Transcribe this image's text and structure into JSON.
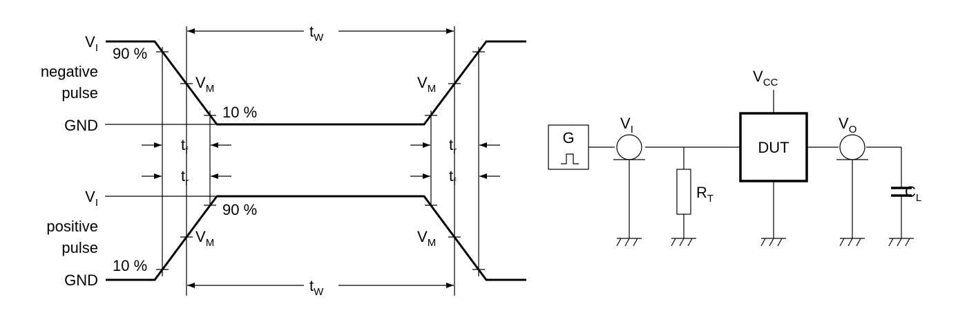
{
  "timing": {
    "vi_label": "V",
    "vi_sub": "I",
    "gnd_label": "GND",
    "negative_label_line1": "negative",
    "negative_label_line2": "pulse",
    "positive_label_line1": "positive",
    "positive_label_line2": "pulse",
    "pct90": "90 %",
    "pct10": "10 %",
    "vm_label": "V",
    "vm_sub": "M",
    "tw_label": "t",
    "tw_sub": "W",
    "tf_label": "t",
    "tf_sub": "f",
    "tr_label": "t",
    "tr_sub": "r"
  },
  "circuit": {
    "generator_label": "G",
    "vi_label": "V",
    "vi_sub": "I",
    "vcc_label": "V",
    "vcc_sub": "CC",
    "dut_label": "DUT",
    "vo_label": "V",
    "vo_sub": "O",
    "rt_label": "R",
    "rt_sub": "T",
    "cl_label": "C",
    "cl_sub": "L"
  }
}
